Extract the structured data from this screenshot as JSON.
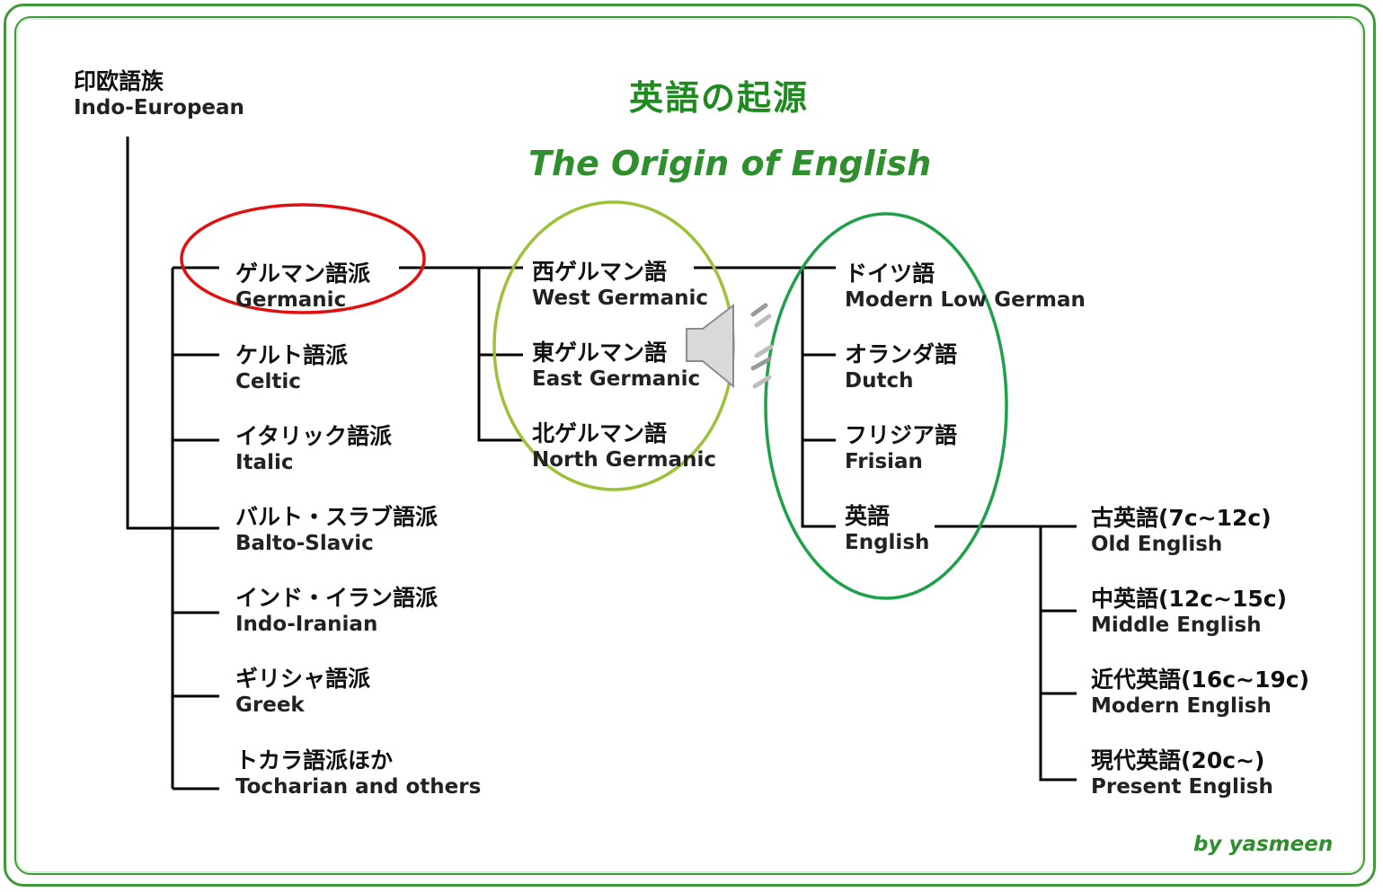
{
  "title_ja": "英語の起源",
  "title_en": "The Origin of English",
  "credit": "by yasmeen",
  "root": {
    "ja": "印欧語族",
    "en": "Indo-European"
  },
  "branches": [
    {
      "ja": "ゲルマン語派",
      "en": "Germanic"
    },
    {
      "ja": "ケルト語派",
      "en": "Celtic"
    },
    {
      "ja": "イタリック語派",
      "en": "Italic"
    },
    {
      "ja": "バルト・スラブ語派",
      "en": "Balto-Slavic"
    },
    {
      "ja": "インド・イラン語派",
      "en": "Indo-Iranian"
    },
    {
      "ja": "ギリシャ語派",
      "en": "Greek"
    },
    {
      "ja": "トカラ語派ほか",
      "en": "Tocharian and others"
    }
  ],
  "germanic": [
    {
      "ja": "西ゲルマン語",
      "en": "West Germanic"
    },
    {
      "ja": "東ゲルマン語",
      "en": "East Germanic"
    },
    {
      "ja": "北ゲルマン語",
      "en": "North Germanic"
    }
  ],
  "west_germanic": [
    {
      "ja": "ドイツ語",
      "en": "Modern Low German"
    },
    {
      "ja": "オランダ語",
      "en": "Dutch"
    },
    {
      "ja": "フリジア語",
      "en": "Frisian"
    },
    {
      "ja": "英語",
      "en": "English"
    }
  ],
  "english_periods": [
    {
      "ja": "古英語(7c~12c)",
      "en": "Old English"
    },
    {
      "ja": "中英語(12c~15c)",
      "en": "Middle English"
    },
    {
      "ja": "近代英語(16c~19c)",
      "en": "Modern English"
    },
    {
      "ja": "現代英語(20c~)",
      "en": "Present English"
    }
  ],
  "colors": {
    "frame": "#3f9b3a",
    "title": "#1f8a1f",
    "highlight_red": "#e01010",
    "highlight_lime": "#9cc23a",
    "highlight_green": "#1fa04a"
  },
  "icons": [
    "speaker-icon"
  ]
}
